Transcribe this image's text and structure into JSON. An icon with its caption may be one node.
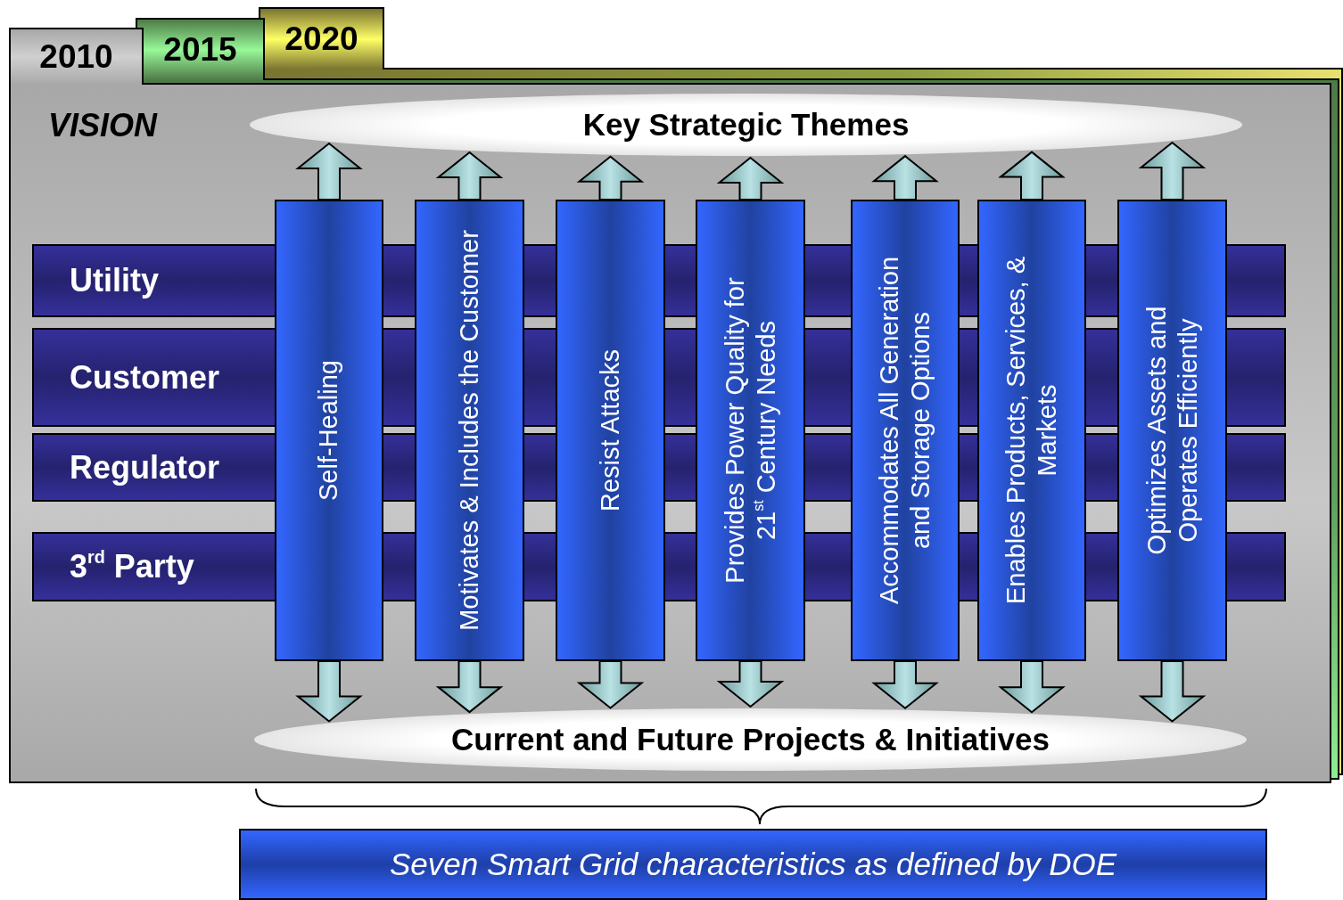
{
  "diagram": {
    "nodes": [
      {
        "text": [
          "2010"
        ]
      },
      {
        "text": [
          "2015"
        ]
      },
      {
        "text": [
          "2020"
        ]
      },
      {
        "text": [
          "Key Strategic Themes"
        ]
      },
      {
        "text": [
          "Utility"
        ]
      },
      {
        "text": [
          "Customer"
        ]
      },
      {
        "text": [
          "Regulator"
        ]
      },
      {
        "text": [
          "3$^{rd}$ Party"
        ]
      },
      {
        "text": [
          "Self-Healing"
        ]
      },
      {
        "text": [
          "Motivates & Includes the Customer"
        ]
      },
      {
        "text": [
          "Resist Attacks"
        ]
      },
      {
        "text": [
          "Provides Power Quality for 21$^{st}$ Century Needs"
        ]
      },
      {
        "text": [
          "Accommodates All Generation and Storage Options"
        ]
      },
      {
        "text": [
          "Enables Products, Services, & Markets"
        ]
      },
      {
        "text": [
          "Optimizes Assets and Operates Efficiently"
        ]
      },
      {
        "text": [
          "Current and Future Projects & Initiatives"
        ]
      },
      {
        "text": [
          "Seven Smart Grid characteristics as defined by DOE"
        ]
      }
    ],
    "edges": [
      {
        "from": 8,
        "to": 3,
        "arrow": "to"
      },
      {
        "from": 8,
        "to": 15,
        "arrow": "to"
      },
      {
        "from": 9,
        "to": 3,
        "arrow": "to"
      },
      {
        "from": 9,
        "to": 15,
        "arrow": "to"
      },
      {
        "from": 10,
        "to": 3,
        "arrow": "to"
      },
      {
        "from": 10,
        "to": 15,
        "arrow": "to"
      },
      {
        "from": 11,
        "to": 3,
        "arrow": "to"
      },
      {
        "from": 11,
        "to": 15,
        "arrow": "to"
      },
      {
        "from": 12,
        "to": 3,
        "arrow": "to"
      },
      {
        "from": 12,
        "to": 15,
        "arrow": "to"
      },
      {
        "from": 13,
        "to": 3,
        "arrow": "to"
      },
      {
        "from": 13,
        "to": 15,
        "arrow": "to"
      },
      {
        "from": 14,
        "to": 3,
        "arrow": "to"
      },
      {
        "from": 14,
        "to": 15,
        "arrow": "to"
      }
    ],
    "labels": [
      "VISION"
    ]
  }
}
